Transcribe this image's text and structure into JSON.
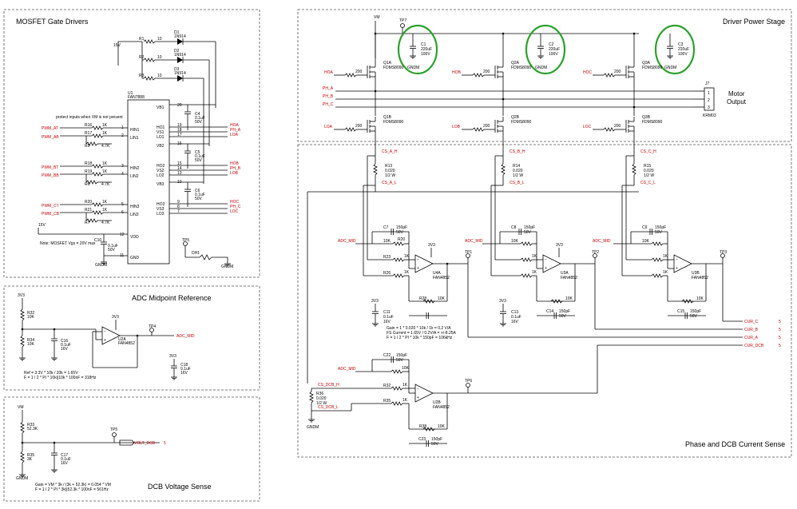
{
  "sections": {
    "gate_drivers": "MOSFET Gate Drivers",
    "power_stage": "Driver Power Stage",
    "adc_mid": "ADC Midpoint Reference",
    "dcb_voltage": "DCB Voltage Sense",
    "current_sense": "Phase and DCB Current Sense"
  },
  "gate": {
    "v15": "15V",
    "r1": "R1",
    "r2": "R2",
    "r3": "R3",
    "r10": "10",
    "d1": "D1",
    "d2": "D2",
    "d3": "D3",
    "diode": "1N914",
    "u1": "U1",
    "u1_part": "FAN7888",
    "note_inputs": "protect inputs when VM is not present",
    "pwm_at": "PWM_AT",
    "pwm_ab": "PWM_AB",
    "pwm_bt": "PWM_BT",
    "pwm_bb": "PWM_BB",
    "pwm_ct": "PWM_CT",
    "pwm_cb": "PWM_CB",
    "r16": "R16",
    "r17": "R17",
    "r18": "R18",
    "r19": "R19",
    "r20": "R20",
    "r21": "R21",
    "r5": "R5",
    "r6": "R6",
    "r7": "R7",
    "v1k": "1K",
    "v47k": "4.7K",
    "hin1": "HIN1",
    "lin1": "LIN1",
    "hin2": "HIN2",
    "lin2": "LIN2",
    "hin3": "HIN3",
    "lin3": "LIN3",
    "vdd": "VDD",
    "gnd": "GND",
    "vb1": "VB1",
    "ho1": "HO1",
    "vs1": "VS1",
    "lo1": "LO1",
    "vb2": "VB2",
    "ho2": "HO2",
    "vs2": "VS2",
    "lo2": "LO2",
    "vb3": "VB3",
    "ho3": "HO3",
    "vs3": "VS3",
    "lo3": "LO3",
    "p1": "1",
    "p2": "2",
    "p3": "3",
    "p4": "4",
    "p5": "5",
    "p6": "6",
    "p7": "7",
    "p8": "8",
    "p9": "9",
    "p10": "10",
    "p11": "11",
    "p12": "12",
    "p13": "13",
    "p14": "14",
    "p15": "15",
    "p16": "16",
    "p17": "17",
    "p18": "18",
    "p19": "19",
    "p20": "20",
    "c4": "C4",
    "c5": "C5",
    "c6": "C6",
    "c10": "C10",
    "cval": "0.1uF",
    "v50": "50V",
    "hoa": "HOA",
    "pha": "PH_A",
    "loa": "LOA",
    "hob": "HOB",
    "phb": "PH_B",
    "lob": "LOB",
    "hoc": "HOC",
    "phc": "PH_C",
    "loc": "LOC",
    "note": "Note: MOSFET Vgs = 20V max",
    "tp5": "TP5",
    "dh1": "DH1",
    "gndm": "GNDM"
  },
  "power": {
    "vm": "VM",
    "tp7": "TP7",
    "c1": "C1",
    "c2": "C2",
    "c3": "C3",
    "c220": "220uF",
    "v100": "100V",
    "gndm": "GNDM",
    "q1a": "Q1A",
    "q2a": "Q2A",
    "q3a": "Q3A",
    "q1b": "Q1B",
    "q2b": "Q2B",
    "q3b": "Q3B",
    "fdms": "FDMS8090",
    "hoa": "HOA",
    "hob": "HOB",
    "hoc": "HOC",
    "loa": "LOA",
    "lob": "LOB",
    "loc": "LOC",
    "r200": "200",
    "pha": "PH_A",
    "phb": "PH_B",
    "phc": "PH_C",
    "j7": "J7",
    "krm": "KRM03",
    "motor1": "Motor",
    "motor2": "Output",
    "csah": "CS_A_H",
    "csbh": "CS_B_H",
    "csch": "CS_C_H"
  },
  "cs": {
    "r13": "R13",
    "r14": "R14",
    "r15": "R15",
    "rs": "0.020",
    "w12": "1/2 W",
    "csal": "CS_A_L",
    "csbl": "CS_B_L",
    "cscl": "CS_C_L",
    "adcmid": "ADC_MID",
    "c7": "C7",
    "c8": "C8",
    "c9": "C9",
    "c14": "C14",
    "c15": "C15",
    "c22": "C22",
    "c23": "C23",
    "c150p": "150pF",
    "v50": "50V",
    "r10k": "10K",
    "r1k": "1K",
    "u4a": "U4A",
    "u3a": "U3A",
    "u3b": "U3B",
    "u2b": "U2B",
    "fan": "FAN4852",
    "v33": "3V3",
    "tp1": "TP1",
    "tp2": "TP2",
    "tp3": "TP3",
    "tp6": "TP6",
    "c11": "C11",
    "c13": "C13",
    "c01": "0.1uF",
    "v16": "16V",
    "gain1": "Gain = 1 * 0.020 * 10k / 1k = 0.2 V/A",
    "gain2": "FS Current = 1.65V / 0.2V/A = +/-8.25A",
    "gain3": "F = 1 / 2 * PI * 10k * 150pF = 106kHz",
    "curc": "CUR_C",
    "curb": "CUR_B",
    "cura": "CUR_A",
    "curdcb": "CUR_DCB",
    "r36": "R36",
    "csdcbh": "CS_DCB_H",
    "csdcbl": "CS_DCB_L",
    "gndm": "GNDM",
    "p": "5"
  },
  "adc": {
    "v33": "3V3",
    "r32": "R32",
    "r34": "R34",
    "r10k": "10K",
    "c16": "C16",
    "c18": "C18",
    "c01": "0.1uF",
    "v16": "16V",
    "u2a": "U2A",
    "fan": "FAN4852",
    "tp4": "TP4",
    "adcmid": "ADC_MID",
    "eq1": "Ref = 3.3V * 10k / 20k = 1.65V",
    "eq2": "F = 1 / 2 * PI * 10k||10k * 100nF = 318Hz"
  },
  "dcb": {
    "vm": "VM",
    "r33": "R33",
    "r52": "52.3K",
    "r35": "R35",
    "r3k": "3K",
    "c17": "C17",
    "c01": "0.1uF",
    "v16": "16V",
    "tp5": "TP5",
    "voltdcb": "VOLT_DCB",
    "gndm": "GNDM",
    "eq1": "Gain = VM * 3k / (3k + 52.3k) = 0.054 * VM",
    "eq2": "F = 1 / 2 * PI * 3k||52.3k * 100nF = 561Hz",
    "p": "5"
  }
}
